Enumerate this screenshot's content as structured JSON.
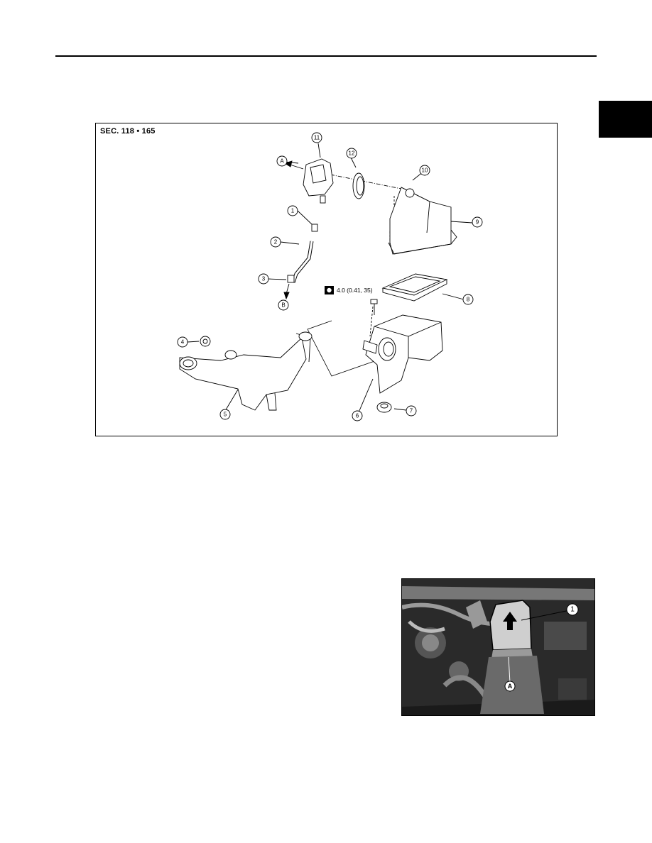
{
  "diagram": {
    "section": "SEC. 118 • 165",
    "torque": "4.0 (0.41, 35)",
    "callouts": [
      "1",
      "2",
      "3",
      "4",
      "5",
      "6",
      "7",
      "8",
      "9",
      "10",
      "11",
      "12"
    ],
    "letters": [
      "A",
      "B"
    ]
  },
  "photo": {
    "callouts": [
      "1",
      "A"
    ]
  }
}
